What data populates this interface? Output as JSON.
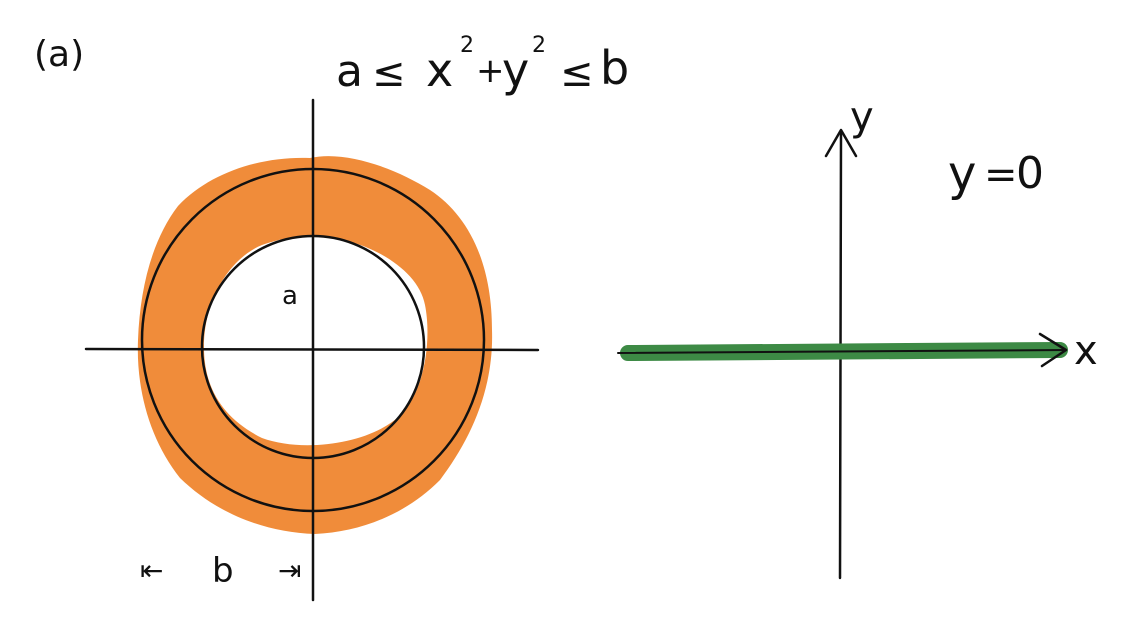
{
  "part_label": "(a)",
  "left_diagram": {
    "inequality": {
      "lhs": "a",
      "rel1": "≤",
      "x": "x",
      "x_exp": "2",
      "plus": "+",
      "y": "y",
      "y_exp": "2",
      "rel2": "≤",
      "rhs": "b"
    },
    "inner_radius_label": "a",
    "outer_radius_label": "b",
    "left_arrow_glyph": "⇤",
    "right_arrow_glyph": "⇥"
  },
  "right_diagram": {
    "x_axis_label": "x",
    "y_axis_label": "y",
    "equation": {
      "lhs": "y",
      "equals": "=",
      "rhs": "0"
    }
  },
  "colors": {
    "ink": "#111111",
    "annulus_fill": "#f08c3a",
    "line_highlight": "#3d8a45",
    "background": "#ffffff"
  }
}
